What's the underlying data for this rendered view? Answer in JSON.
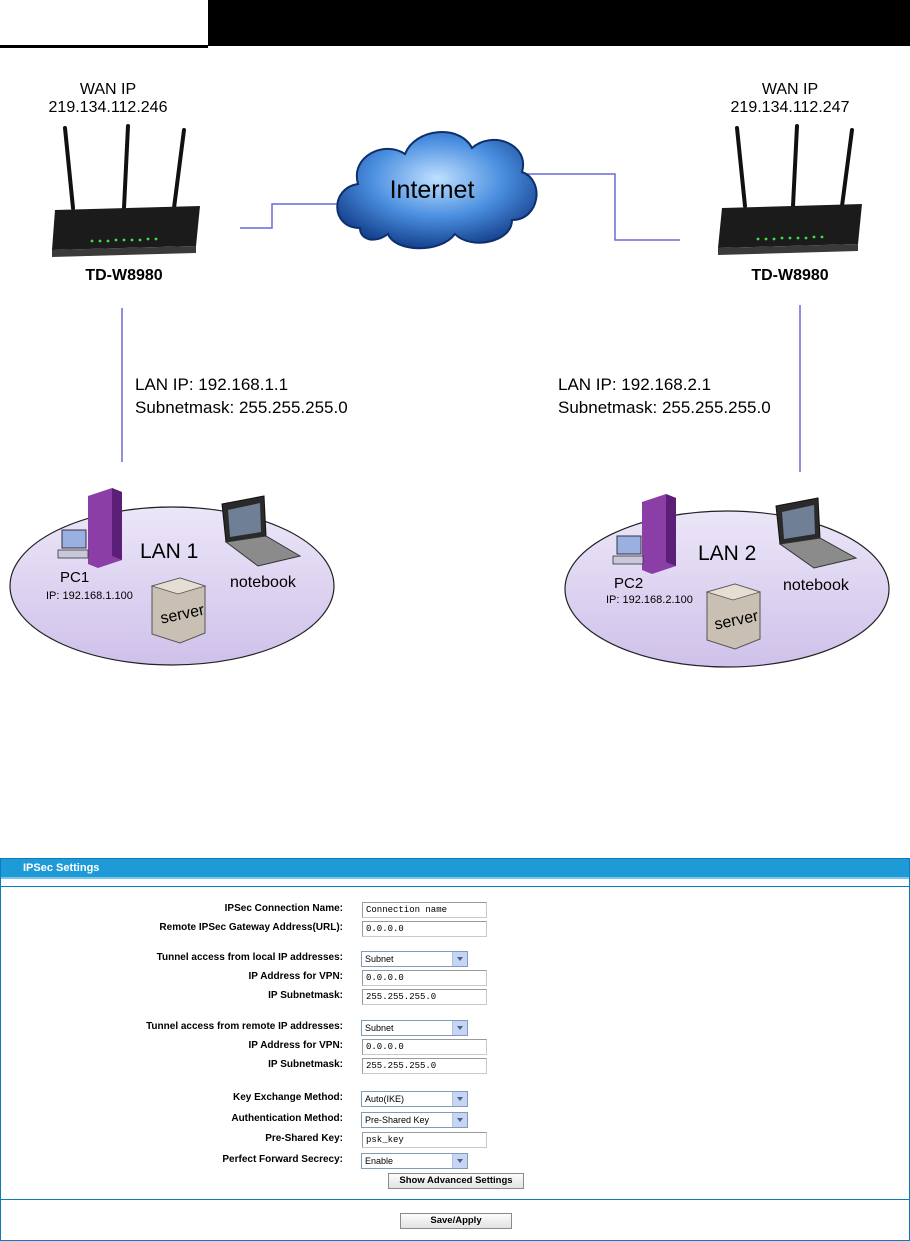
{
  "diagram": {
    "left_router": {
      "wan_label": "WAN IP",
      "wan_ip": "219.134.112.246",
      "model": "TD-W8980",
      "lan_ip": "LAN IP: 192.168.1.1",
      "subnet": "Subnetmask: 255.255.255.0"
    },
    "right_router": {
      "wan_label": "WAN IP",
      "wan_ip": "219.134.112.247",
      "model": "TD-W8980",
      "lan_ip": "LAN IP: 192.168.2.1",
      "subnet": "Subnetmask: 255.255.255.0"
    },
    "cloud_label": "Internet",
    "lan1": {
      "name": "LAN 1",
      "pc": "PC1",
      "pc_ip": "IP: 192.168.1.100",
      "notebook": "notebook",
      "server": "server"
    },
    "lan2": {
      "name": "LAN 2",
      "pc": "PC2",
      "pc_ip": "IP: 192.168.2.100",
      "notebook": "notebook",
      "server": "server"
    }
  },
  "panel": {
    "title": "IPSec Settings",
    "fields": {
      "conn_name_label": "IPSec Connection Name:",
      "conn_name_value": "Connection name",
      "remote_gw_label": "Remote IPSec Gateway Address(URL):",
      "remote_gw_value": "0.0.0.0",
      "local_access_label": "Tunnel access from local IP addresses:",
      "local_access_value": "Subnet",
      "local_ip_label": "IP Address for VPN:",
      "local_ip_value": "0.0.0.0",
      "local_mask_label": "IP Subnetmask:",
      "local_mask_value": "255.255.255.0",
      "remote_access_label": "Tunnel access from remote IP addresses:",
      "remote_access_value": "Subnet",
      "remote_ip_label": "IP Address for VPN:",
      "remote_ip_value": "0.0.0.0",
      "remote_mask_label": "IP Subnetmask:",
      "remote_mask_value": "255.255.255.0",
      "key_method_label": "Key Exchange Method:",
      "key_method_value": "Auto(IKE)",
      "auth_method_label": "Authentication Method:",
      "auth_method_value": "Pre-Shared Key",
      "psk_label": "Pre-Shared Key:",
      "psk_value": "psk_key",
      "pfs_label": "Perfect Forward Secrecy:",
      "pfs_value": "Enable"
    },
    "advanced_button": "Show Advanced Settings",
    "save_button": "Save/Apply"
  }
}
